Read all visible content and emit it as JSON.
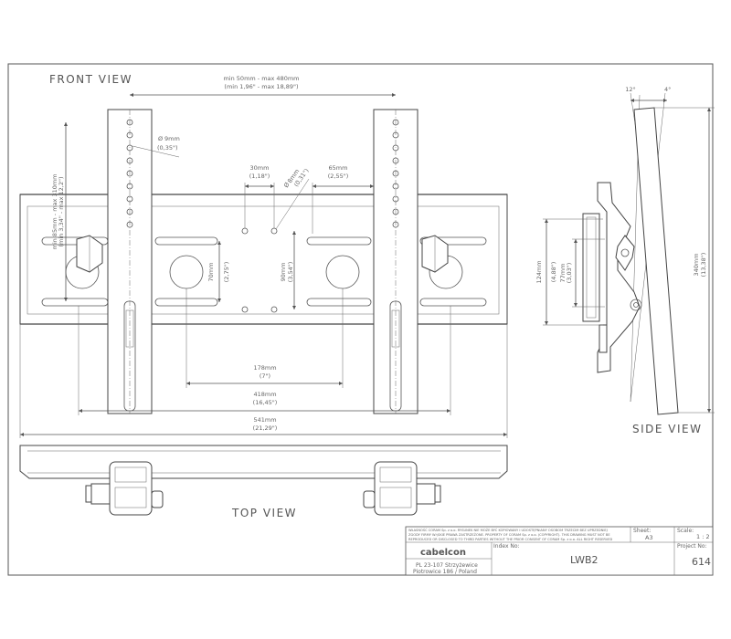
{
  "views": {
    "front": "FRONT VIEW",
    "side": "SIDE VIEW",
    "top": "TOP VIEW"
  },
  "dims": {
    "range_w": "min 50mm - max 480mm",
    "range_w_in": "(min 1,96\" - max 18,89\")",
    "range_h": "min 85mm - max 310mm",
    "range_h_in": "(min 3,34\" - max 12,2\")",
    "hole9": "9mm",
    "hole9_in": "(0,35\")",
    "d30": "30mm",
    "d30_in": "(1,18\")",
    "hole8": "8mm",
    "hole8_in": "(0,31\")",
    "d65": "65mm",
    "d65_in": "(2,55\")",
    "d70": "70mm",
    "d70_in": "(2,75\")",
    "d90": "90mm",
    "d90_in": "(3,54\")",
    "d178": "178mm",
    "d178_in": "(7\")",
    "d418": "418mm",
    "d418_in": "(16,45\")",
    "d541": "541mm",
    "d541_in": "(21,29\")",
    "tilt_a": "12°",
    "tilt_b": "4°",
    "d124": "124mm",
    "d124_in": "(4,88\")",
    "d77": "77mm",
    "d77_in": "(3,03\")",
    "d340": "340mm",
    "d340_in": "(13,38\")"
  },
  "title_block": {
    "notice_1": "WŁASNOŚĆ CORAM Sp. z o.o. RYSUNEK NIE MOŻE BYĆ KOPIOWANY I UDOSTĘPNIANY OSOBOM TRZECIM BEZ UPRZEDNIEJ",
    "notice_2": "ZGODY FIRMY WĄSKIE PRAWA ZASTRZEŻONE. PROPERTY OF CORAM Sp. z o.o. (COPYRIGHT). THIS DRAWING MUST NOT BE",
    "notice_3": "REPRODUCED OR DISCLOSED TO THIRD PARTIES WITHOUT THE PRIOR CONSENT OF CORAM Sp. z o.o. ALL RIGHT RESERVED",
    "logo": "cabelcon",
    "address_1": "PL 23-107 Strzyżewice",
    "address_2": "Piotrowice 186 / Poland",
    "sheet_label": "Sheet:",
    "sheet_value": "A3",
    "scale_label": "Scale:",
    "scale_value": "1 : 2",
    "index_label": "Index No:",
    "index_value": "LWB2",
    "project_label": "Project No:",
    "project_value": "614"
  }
}
